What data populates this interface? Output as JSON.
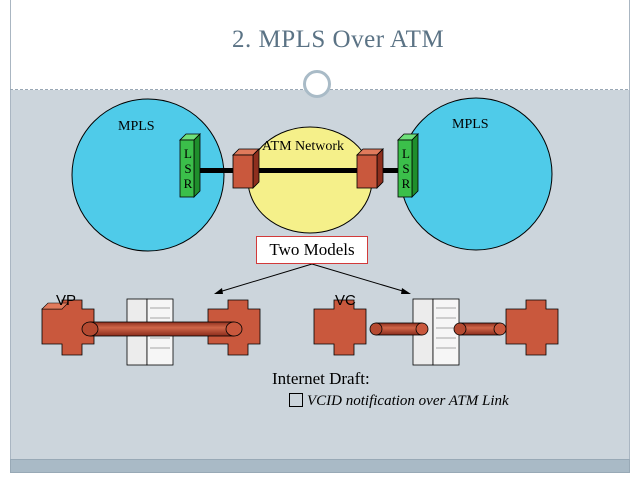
{
  "slide": {
    "title": "2. MPLS Over ATM",
    "colors": {
      "title": "#5b7385",
      "content_bg": "#ccd5dc",
      "mpls_cloud": "#4fcbe9",
      "atm_cloud": "#f5f08a",
      "lsr": "#3bbf4a",
      "switch": "#c9583d"
    }
  },
  "top_diagram": {
    "left_cloud_label": "MPLS",
    "right_cloud_label": "MPLS",
    "center_cloud_label": "ATM Network",
    "lsr_letters": [
      "L",
      "S",
      "R"
    ]
  },
  "models": {
    "box_label": "Two Models",
    "vp_label": "VP",
    "vc_label": "VC"
  },
  "draft": {
    "heading": "Internet Draft:",
    "bullet_symbol": "",
    "bullet_text": "VCID notification over ATM Link"
  }
}
